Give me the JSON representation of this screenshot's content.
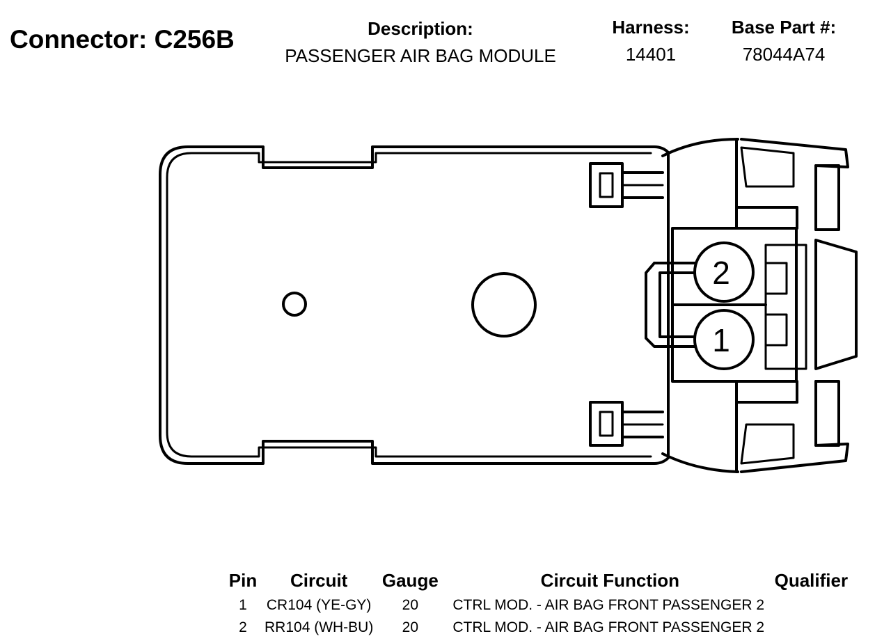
{
  "connector": {
    "label": "Connector: C256B",
    "description_label": "Description:",
    "description": "PASSENGER AIR BAG MODULE",
    "harness_label": "Harness:",
    "harness": "14401",
    "base_part_label": "Base Part #:",
    "base_part": "78044A74"
  },
  "diagram": {
    "pin_labels": [
      "2",
      "1"
    ]
  },
  "pin_table": {
    "headers": {
      "pin": "Pin",
      "circuit": "Circuit",
      "gauge": "Gauge",
      "function": "Circuit Function",
      "qualifier": "Qualifier"
    },
    "rows": [
      {
        "pin": "1",
        "circuit": "CR104 (YE-GY)",
        "gauge": "20",
        "function": "CTRL MOD. - AIR BAG FRONT PASSENGER 2",
        "qualifier": ""
      },
      {
        "pin": "2",
        "circuit": "RR104 (WH-BU)",
        "gauge": "20",
        "function": "CTRL MOD. - AIR BAG FRONT PASSENGER 2",
        "qualifier": ""
      }
    ]
  }
}
